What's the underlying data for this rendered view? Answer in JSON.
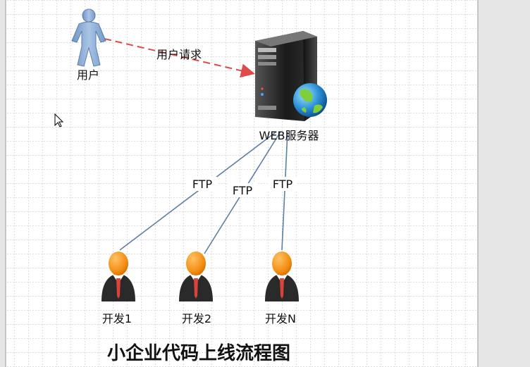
{
  "diagram": {
    "title": "小企业代码上线流程图",
    "user": {
      "label": "用户",
      "request_label": "用户请求",
      "icon": "person-icon"
    },
    "server": {
      "label": "WEB服务器",
      "icon": "server-icon",
      "globe_icon": "globe-icon"
    },
    "developers": [
      {
        "label": "开发1",
        "link_label": "FTP",
        "icon": "developer-icon"
      },
      {
        "label": "开发2",
        "link_label": "FTP",
        "icon": "developer-icon"
      },
      {
        "label": "开发N",
        "link_label": "FTP",
        "icon": "developer-icon"
      }
    ]
  },
  "colors": {
    "request_arrow": "#e04a4a",
    "ftp_line": "#5b7fa8",
    "user_figure": "#8fb0d8",
    "developer_head": "#f28c0f",
    "developer_suit": "#2a2a2a",
    "tie": "#d9433a",
    "grid_line": "#bdbdbd",
    "page": "#ffffff"
  }
}
